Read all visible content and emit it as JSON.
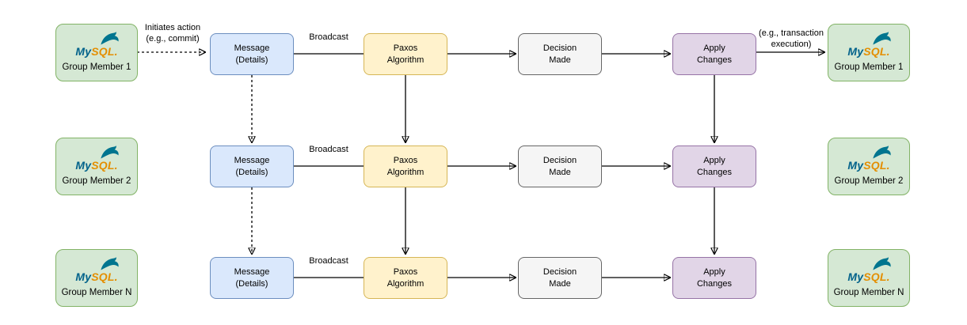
{
  "logo": {
    "my": "My",
    "sql": "SQL."
  },
  "edge_labels": {
    "initiates_action": "Initiates action\n(e.g., commit)",
    "broadcast": "Broadcast",
    "transaction_execution": "(e.g., transaction\nexecution)"
  },
  "rows": [
    {
      "member_left": "Group Member 1",
      "member_right": "Group Member 1",
      "message": "Message\n(Details)",
      "paxos": "Paxos\nAlgorithm",
      "decision": "Decision\nMade",
      "apply": "Apply\nChanges"
    },
    {
      "member_left": "Group Member 2",
      "member_right": "Group Member 2",
      "message": "Message\n(Details)",
      "paxos": "Paxos\nAlgorithm",
      "decision": "Decision\nMade",
      "apply": "Apply\nChanges"
    },
    {
      "member_left": "Group Member N",
      "member_right": "Group Member N",
      "message": "Message\n(Details)",
      "paxos": "Paxos\nAlgorithm",
      "decision": "Decision\nMade",
      "apply": "Apply\nChanges"
    }
  ],
  "colors": {
    "member_fill": "#d5e8d4",
    "member_stroke": "#82b366",
    "message_fill": "#dae8fc",
    "message_stroke": "#6c8ebf",
    "paxos_fill": "#fff2cc",
    "paxos_stroke": "#d6b656",
    "decision_fill": "#f5f5f5",
    "decision_stroke": "#666666",
    "apply_fill": "#e1d5e7",
    "apply_stroke": "#9673a6",
    "arrow": "#000000",
    "mysql_blue": "#00618a",
    "mysql_orange": "#e48e00",
    "dolphin_blue": "#00758f"
  }
}
